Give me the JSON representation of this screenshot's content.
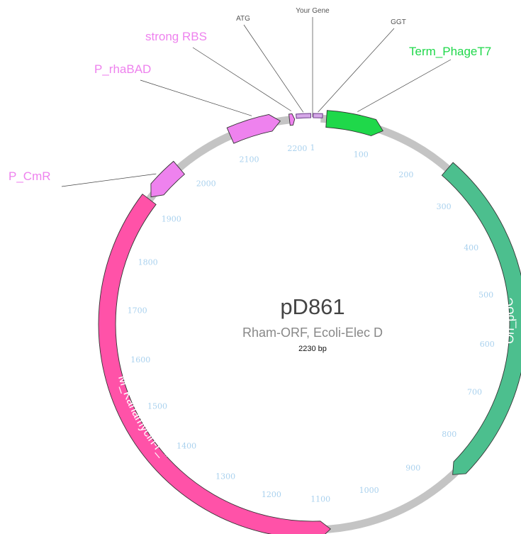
{
  "plasmid": {
    "name": "pD861",
    "description": "Rham-ORF, Ecoli-Elec D",
    "size_label": "2230 bp",
    "length": 2230
  },
  "colors": {
    "backbone": "#c4c4c4",
    "tick": "#a9d1ee",
    "promoter": "#ee82ee",
    "terminator": "#1fd84a",
    "origin": "#4cbf8e",
    "resistance": "#ff52a8",
    "site": "#d6a8e8",
    "leader_line": "#444444"
  },
  "ticks": [
    "1",
    "100",
    "200",
    "300",
    "400",
    "500",
    "600",
    "700",
    "800",
    "900",
    "1000",
    "1100",
    "1200",
    "1300",
    "1400",
    "1500",
    "1600",
    "1700",
    "1800",
    "1900",
    "2000",
    "2100",
    "2200"
  ],
  "features": [
    {
      "name": "Term_PhageT7",
      "start": 25,
      "end": 125,
      "strand": 1,
      "color": "#1fd84a",
      "label_color": "#1fd84a",
      "label_mode": "outside"
    },
    {
      "name": "Ori_pUC",
      "start": 255,
      "end": 850,
      "strand": 1,
      "color": "#4cbf8e",
      "label_color": "#ffffff",
      "label_mode": "inside"
    },
    {
      "name": "M_Kanamycin-r_*",
      "start": 1085,
      "end": 1905,
      "strand": -1,
      "color": "#ff52a8",
      "label_color": "#ffffff",
      "label_mode": "inside"
    },
    {
      "name": "P_CmR",
      "start": 1910,
      "end": 1980,
      "strand": -1,
      "color": "#ee82ee",
      "label_color": "#ee82ee",
      "label_mode": "outside"
    },
    {
      "name": "P_rhaBAD",
      "start": 2085,
      "end": 2175,
      "strand": 1,
      "color": "#ee82ee",
      "label_color": "#ee82ee",
      "label_mode": "outside"
    },
    {
      "name": "strong RBS",
      "start": 2191,
      "end": 2200,
      "strand": 1,
      "color": "#ee82ee",
      "label_color": "#ee82ee",
      "label_mode": "outside"
    }
  ],
  "markers": [
    {
      "name": "ATG",
      "start": 2203,
      "end": 2228,
      "color": "#d6a8e8"
    },
    {
      "name": "GGT",
      "start": 2,
      "end": 18,
      "color": "#d6a8e8"
    }
  ],
  "insert_label": "Your Gene"
}
